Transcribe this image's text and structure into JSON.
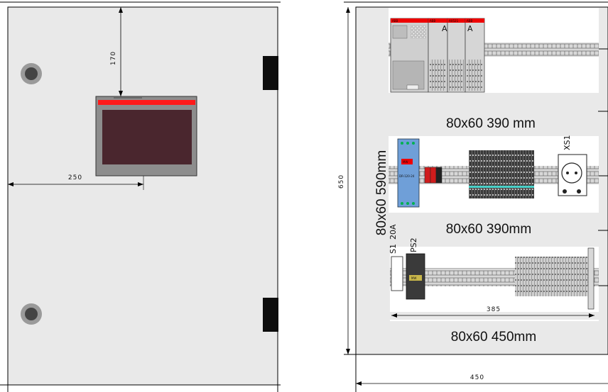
{
  "left_view": {
    "dim_top": "170",
    "dim_left": "250"
  },
  "right_view": {
    "dim_height": "650",
    "dim_width": "450",
    "dim_inner": "385",
    "vertical_label": "80x60 590mm",
    "duct_labels": [
      "80x60 390 mm",
      "80x60 390mm",
      "80x60 450mm"
    ],
    "tags": {
      "xs1": "XS1",
      "s1": "S1",
      "s1_rating": "20A",
      "ps2": "PS2",
      "ps_model": "DR-120-24",
      "ps_brand": "MW",
      "abb_1": "ABB",
      "abb_2": "ABB",
      "abb_3": "ABB",
      "ax521": "AX521",
      "a1": "A",
      "a2": "A"
    }
  },
  "colors": {
    "panel": "#e9e9e9",
    "hmi_screen": "#4a262e",
    "hmi_stripe": "#ff1a1a",
    "rail": "#8a8a8a",
    "psu_blue": "#6f9fd8",
    "din_green": "#00b050"
  }
}
